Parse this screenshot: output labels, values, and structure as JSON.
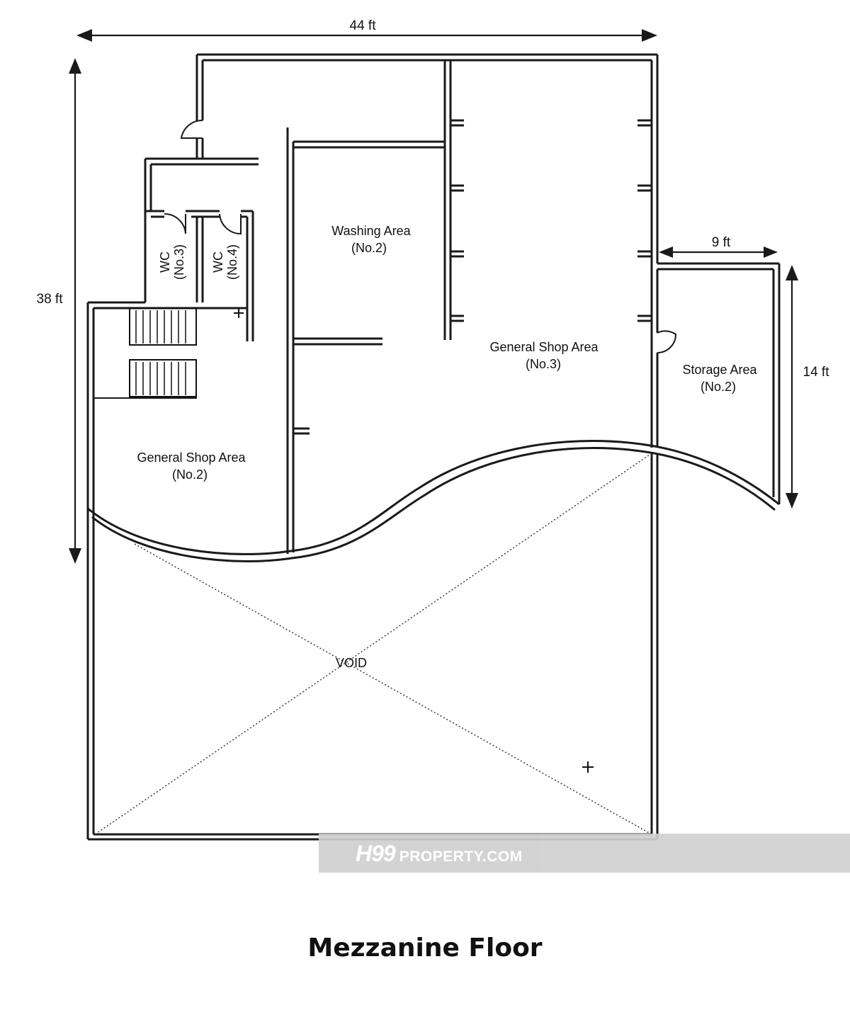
{
  "title": "Mezzanine Floor",
  "dimensions": {
    "width_top": "44 ft",
    "height_left": "38 ft",
    "storage_width": "9 ft",
    "storage_height": "14 ft"
  },
  "rooms": {
    "wc3": {
      "name": "WC",
      "number": "(No.3)"
    },
    "wc4": {
      "name": "WC",
      "number": "(No.4)"
    },
    "washing": {
      "name": "Washing Area",
      "number": "(No.2)"
    },
    "shop3": {
      "name": "General Shop Area",
      "number": "(No.3)"
    },
    "storage": {
      "name": "Storage Area",
      "number": "(No.2)"
    },
    "shop2": {
      "name": "General Shop Area",
      "number": "(No.2)"
    },
    "void": {
      "name": "VOID"
    }
  },
  "watermark": {
    "brand": "H99",
    "domain": "PROPERTY.COM"
  }
}
